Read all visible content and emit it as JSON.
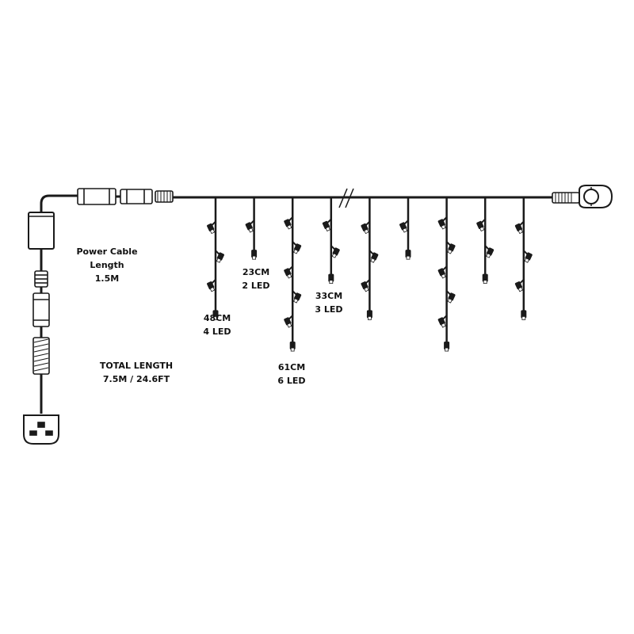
{
  "labels": {
    "power_cable": {
      "line1": "Power Cable",
      "line2": "Length",
      "line3": "1.5M"
    },
    "total_length": {
      "line1": "TOTAL LENGTH",
      "line2": "7.5M / 24.6FT"
    },
    "drop_48": {
      "length": "48CM",
      "leds": "4 LED"
    },
    "drop_23": {
      "length": "23CM",
      "leds": "2 LED"
    },
    "drop_61": {
      "length": "61CM",
      "leds": "6 LED"
    },
    "drop_33": {
      "length": "33CM",
      "leds": "3 LED"
    }
  },
  "drops": [
    {
      "length_cm": 48,
      "led_count": 4
    },
    {
      "length_cm": 23,
      "led_count": 2
    },
    {
      "length_cm": 61,
      "led_count": 6
    },
    {
      "length_cm": 33,
      "led_count": 3
    },
    {
      "length_cm": 48,
      "led_count": 4
    },
    {
      "length_cm": 23,
      "led_count": 2
    },
    {
      "length_cm": 61,
      "led_count": 6
    },
    {
      "length_cm": 33,
      "led_count": 3
    },
    {
      "length_cm": 48,
      "led_count": 4
    }
  ],
  "colors": {
    "wire": "#1a1a1a",
    "led_tip": "#ffffff",
    "connector": "#ffffff"
  }
}
